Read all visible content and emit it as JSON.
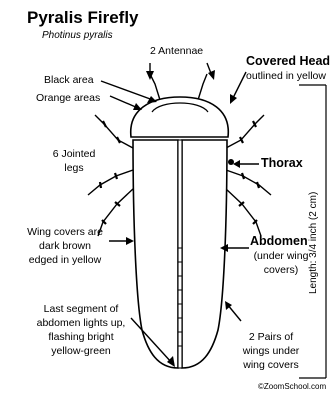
{
  "title": "Pyralis Firefly",
  "subtitle": "Photinus pyralis",
  "labels": {
    "antennae": "2 Antennae",
    "covered_head_bold": "Covered Head",
    "covered_head_sub": "outlined in yellow",
    "black_area": "Black area",
    "orange_areas": "Orange areas",
    "legs_l1": "6 Jointed",
    "legs_l2": "legs",
    "thorax": "Thorax",
    "wingcovers_l1": "Wing covers are",
    "wingcovers_l2": "dark brown",
    "wingcovers_l3": "edged in yellow",
    "abdomen_bold": "Abdomen",
    "abdomen_l2": "(under wing",
    "abdomen_l3": "covers)",
    "length": "Length: 3/4 inch (2 cm)",
    "lastseg_l1": "Last segment of",
    "lastseg_l2": "abdomen lights up,",
    "lastseg_l3": "flashing  bright",
    "lastseg_l4": "yellow-green",
    "wings_l1": "2 Pairs of",
    "wings_l2": "wings under",
    "wings_l3": "wing covers",
    "copyright": "©ZoomSchool.com"
  },
  "colors": {
    "ink": "#000000",
    "background": "#ffffff"
  }
}
